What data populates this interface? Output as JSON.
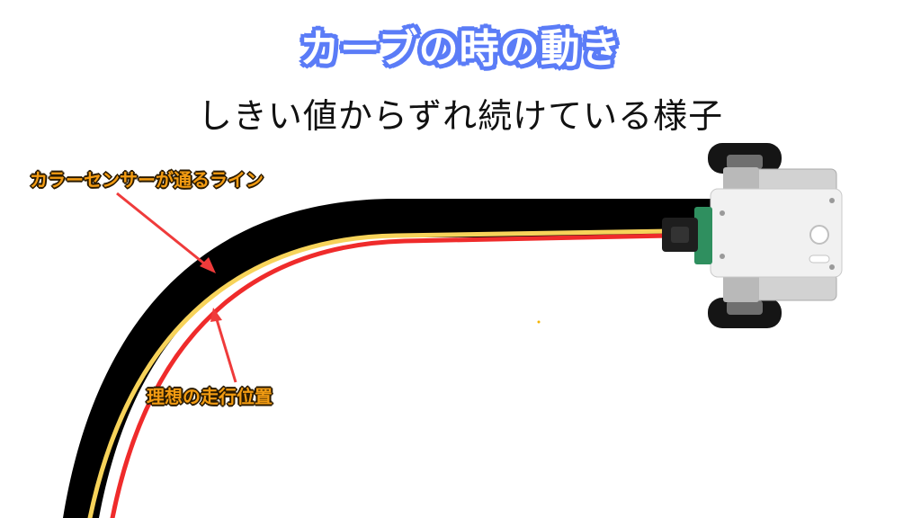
{
  "title": "カーブの時の動き",
  "subtitle": "しきい値からずれ続けている様子",
  "labels": {
    "sensor_line": "カラーセンサーが通るライン",
    "ideal_position": "理想の走行位置"
  },
  "colors": {
    "title_outline": "#5b7cf7",
    "track": "#000000",
    "sensor_line": "#f7d35a",
    "ideal_line": "#ef2b2b",
    "label_text": "#f39c12",
    "arrow": "#ef3b3b"
  }
}
